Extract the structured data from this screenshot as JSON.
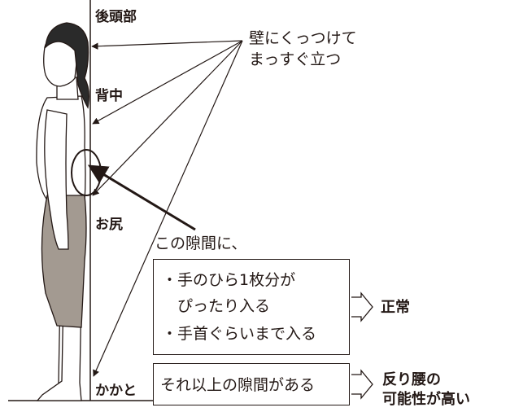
{
  "labels": {
    "head": "後頭部",
    "back": "背中",
    "hip": "お尻",
    "heel": "かかと"
  },
  "instruction": [
    "壁にくっつけて",
    "まっすぐ立つ"
  ],
  "gap_caption": "この隙間に、",
  "normal_box": {
    "lines": [
      "・手のひら1枚分が",
      "　ぴったり入る",
      "・手首ぐらいまで入る"
    ],
    "result": "正常"
  },
  "abnormal_box": {
    "text": "それ以上の隙間がある",
    "result_lines": [
      "反り腰の",
      "可能性が高い"
    ]
  },
  "colors": {
    "ink": "#231815",
    "hair": "#2a2a2a",
    "shorts": "#a39a91",
    "skin": "#ffffff"
  }
}
